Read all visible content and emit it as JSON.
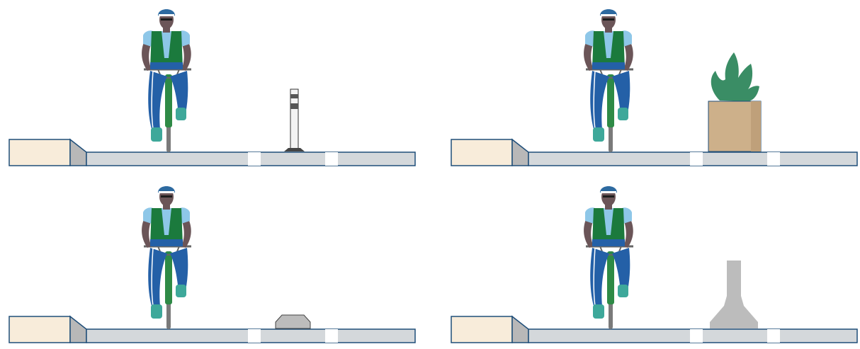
{
  "colors": {
    "curb_fill": "#f8ecda",
    "curb_stroke": "#1f4e79",
    "curb_ramp": "#b8b8b8",
    "road_fill": "#d4d8db",
    "road_stroke": "#1f4e79",
    "lane_gap": "#ffffff",
    "helmet": "#2d6aa0",
    "skin": "#6b5558",
    "shirt": "#8ec7e8",
    "vest": "#1b7a3d",
    "pants": "#2460a7",
    "shoes": "#3ea89a",
    "bike_frame": "#2e8a46",
    "wheel": "#7a7a7a",
    "planter_box": "#cdb08a",
    "plant": "#3a8d65",
    "barrier_gray": "#bcbcbc"
  },
  "panels": [
    {
      "id": "flexpost",
      "separator": "flexible-delineator-post"
    },
    {
      "id": "planter",
      "separator": "planter-box"
    },
    {
      "id": "curb",
      "separator": "raised-curb-separator"
    },
    {
      "id": "barrier",
      "separator": "concrete-barrier"
    }
  ]
}
